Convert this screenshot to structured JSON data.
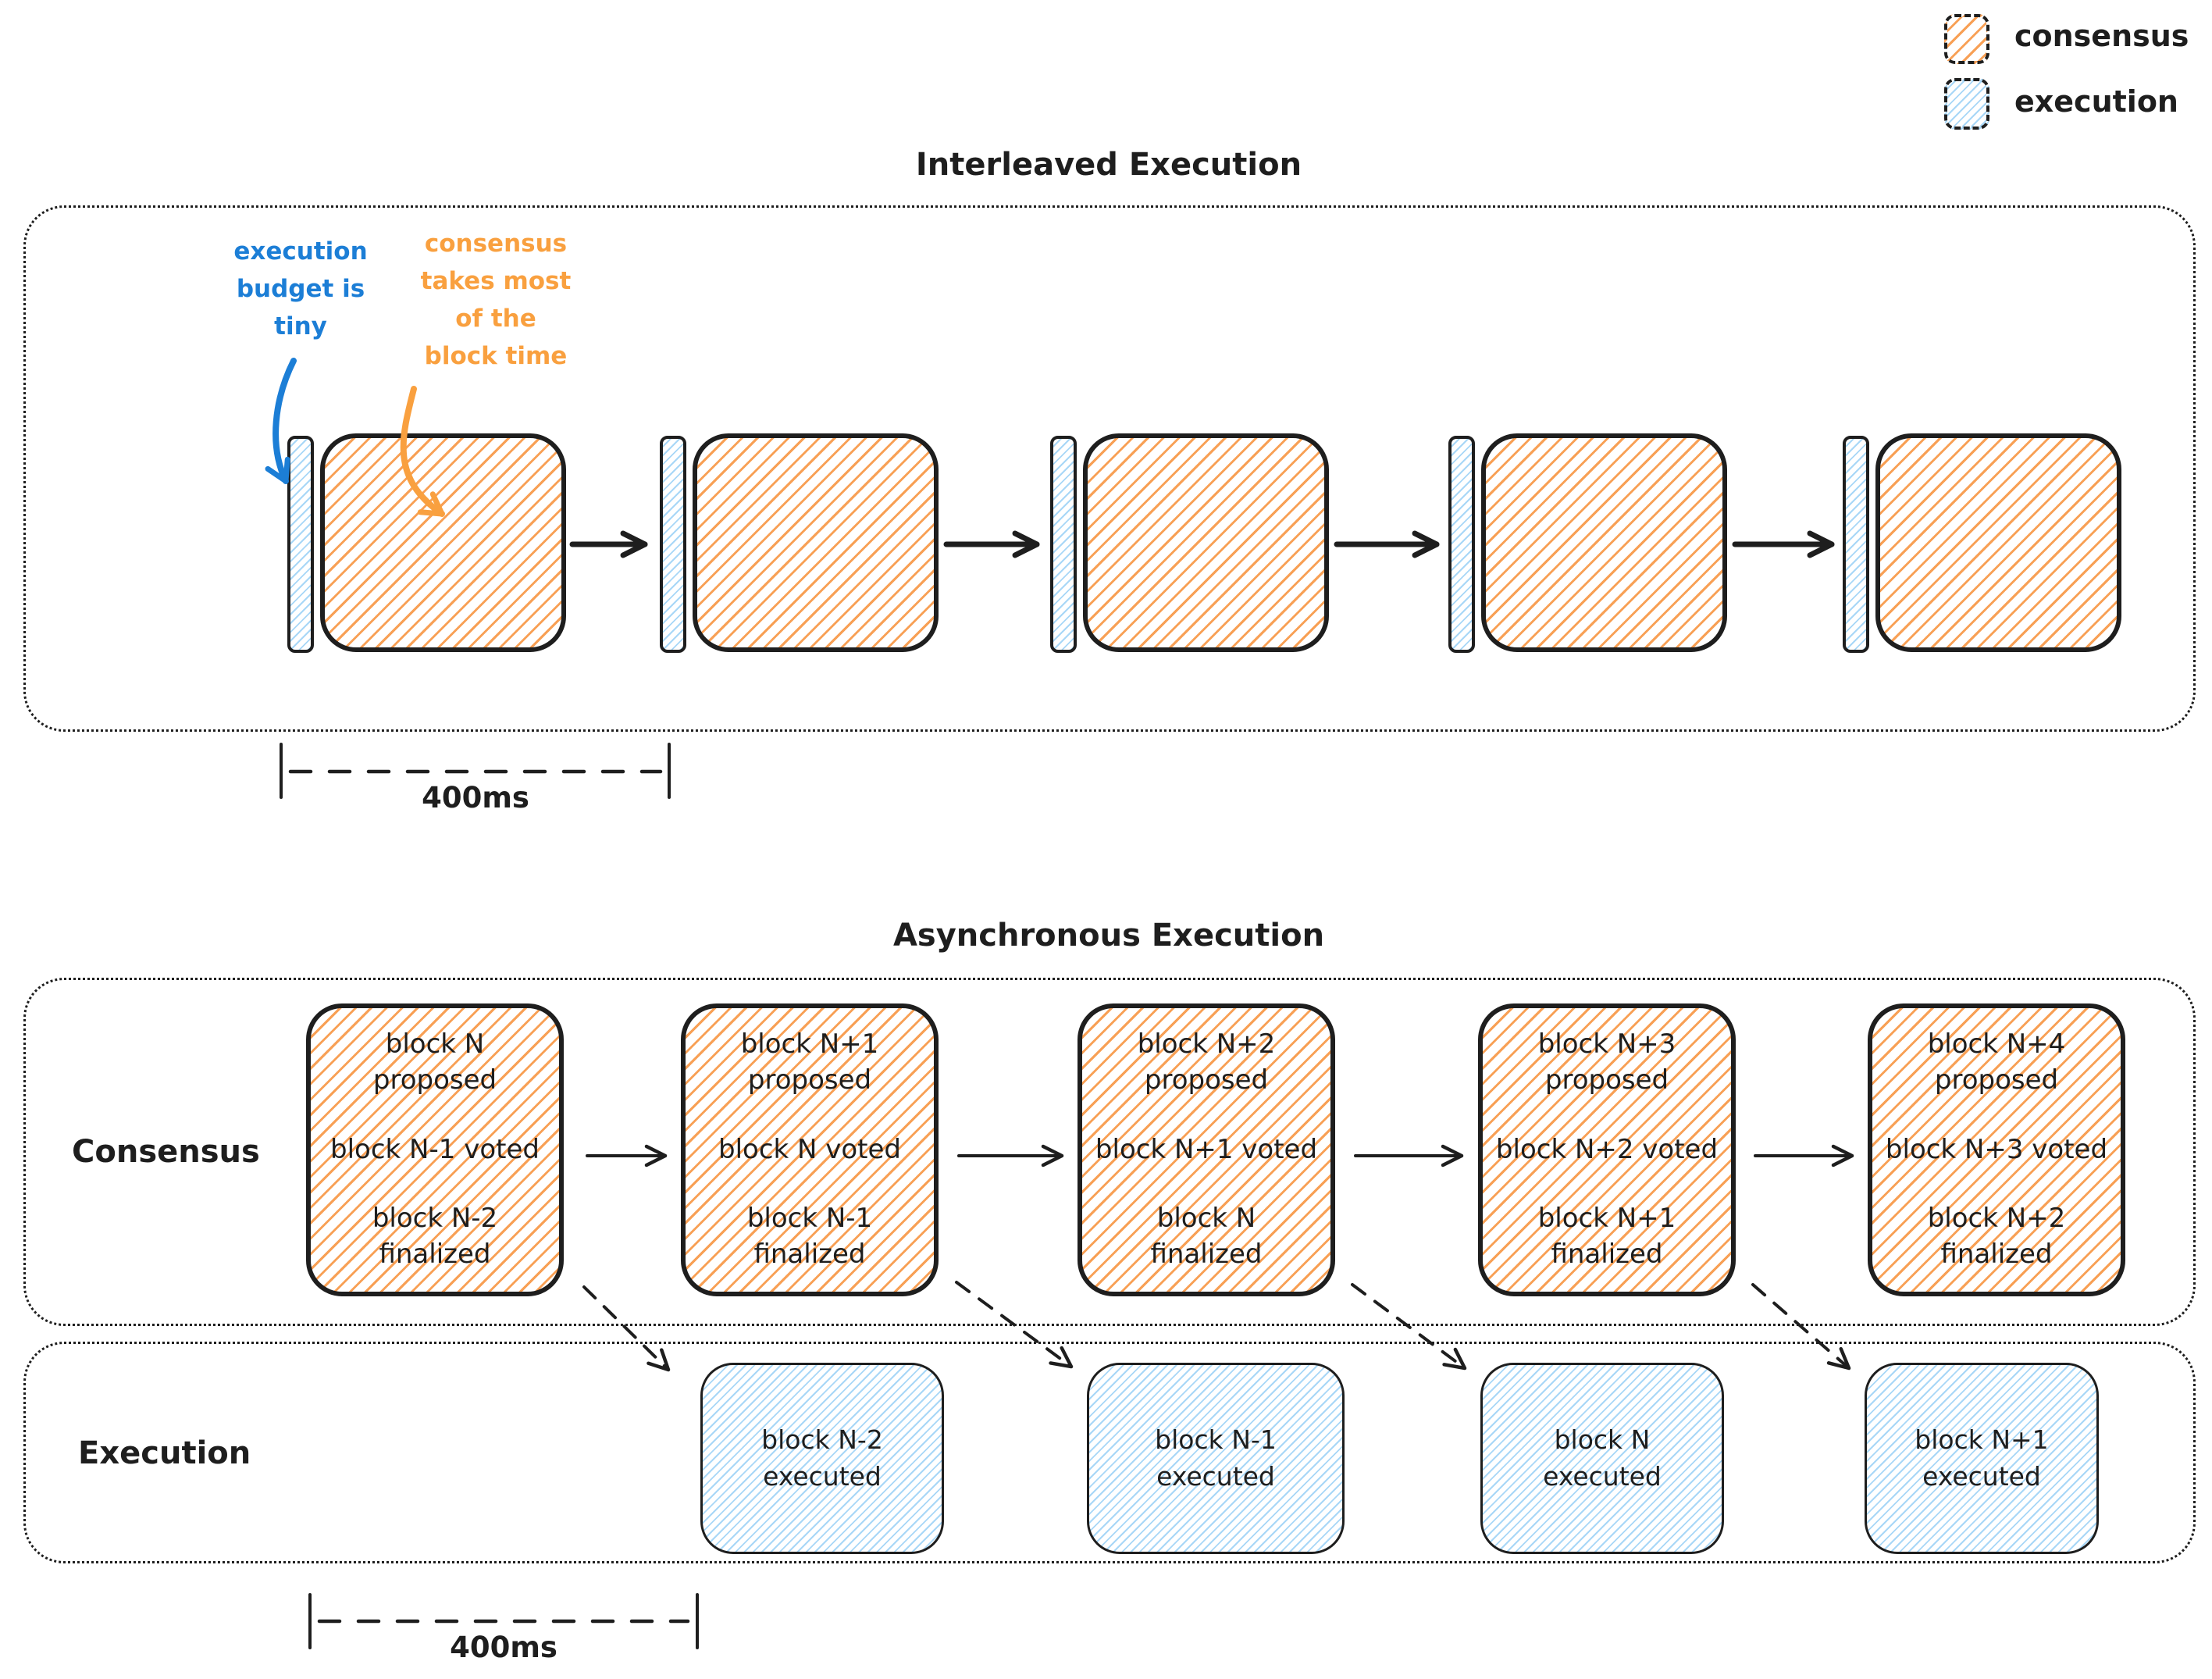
{
  "colors": {
    "ink": "#1e1e1e",
    "consensus_hatch": "#f8a055",
    "execution_hatch": "#a8d7f7",
    "annotation_blue": "#1c7ed6",
    "annotation_orange": "#f9a03f"
  },
  "legend": {
    "consensus_label": "consensus",
    "execution_label": "execution"
  },
  "interleaved": {
    "title": "Interleaved Execution",
    "annotation_execution": "execution\nbudget is\ntiny",
    "annotation_consensus": "consensus\ntakes most\nof the\nblock time",
    "measure_label": "400ms"
  },
  "asynchronous": {
    "title": "Asynchronous Execution",
    "consensus_row": {
      "label": "Consensus",
      "blocks": [
        {
          "proposed": "block N\nproposed",
          "voted": "block N-1 voted",
          "finalized": "block N-2\nfinalized"
        },
        {
          "proposed": "block N+1\nproposed",
          "voted": "block N voted",
          "finalized": "block N-1\nfinalized"
        },
        {
          "proposed": "block N+2\nproposed",
          "voted": "block N+1 voted",
          "finalized": "block N\nfinalized"
        },
        {
          "proposed": "block N+3\nproposed",
          "voted": "block N+2 voted",
          "finalized": "block N+1\nfinalized"
        },
        {
          "proposed": "block N+4\nproposed",
          "voted": "block N+3 voted",
          "finalized": "block N+2\nfinalized"
        }
      ]
    },
    "execution_row": {
      "label": "Execution",
      "blocks": [
        {
          "text": "block N-2\nexecuted"
        },
        {
          "text": "block N-1\nexecuted"
        },
        {
          "text": "block N\nexecuted"
        },
        {
          "text": "block N+1\nexecuted"
        }
      ]
    },
    "measure_label": "400ms"
  }
}
